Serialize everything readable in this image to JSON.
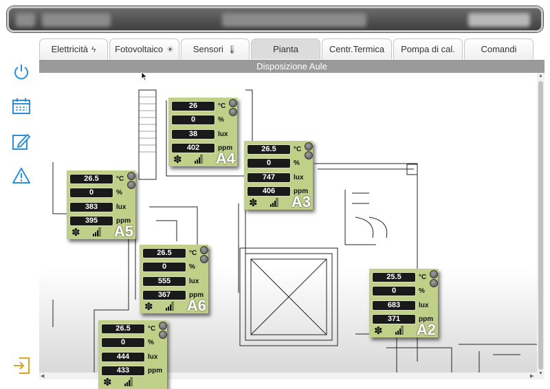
{
  "tabs": [
    {
      "label": "Elettricità",
      "glyph": "ϟ",
      "icon": "lightning-icon",
      "active": false
    },
    {
      "label": "Fotovoltaico",
      "glyph": "☀",
      "icon": "sun-icon",
      "active": false
    },
    {
      "label": "Sensori",
      "glyph": "🌡",
      "icon": "thermometer-icon",
      "active": false
    },
    {
      "label": "Pianta",
      "glyph": "",
      "icon": "",
      "active": true
    },
    {
      "label": "Centr.Termica",
      "glyph": "",
      "icon": "",
      "active": false
    },
    {
      "label": "Pompa di cal.",
      "glyph": "",
      "icon": "",
      "active": false
    },
    {
      "label": "Comandi",
      "glyph": "",
      "icon": "",
      "active": false
    }
  ],
  "section_title": "Disposizione Aule",
  "sidebar": [
    {
      "icon": "power-icon"
    },
    {
      "icon": "calendar-icon"
    },
    {
      "icon": "edit-icon"
    },
    {
      "icon": "warning-icon"
    },
    {
      "icon": "logout-icon"
    }
  ],
  "units": {
    "temp": "°C",
    "hum": "%",
    "lux": "lux",
    "co2": "ppm"
  },
  "rooms": [
    {
      "name": "A4",
      "temp": "26",
      "hum": "0",
      "lux": "38",
      "co2": "402"
    },
    {
      "name": "A3",
      "temp": "26.5",
      "hum": "0",
      "lux": "747",
      "co2": "406"
    },
    {
      "name": "A5",
      "temp": "26.5",
      "hum": "0",
      "lux": "383",
      "co2": "395"
    },
    {
      "name": "A6",
      "temp": "26.5",
      "hum": "0",
      "lux": "555",
      "co2": "367"
    },
    {
      "name": "A2",
      "temp": "25.5",
      "hum": "0",
      "lux": "683",
      "co2": "371"
    },
    {
      "name": "",
      "temp": "26.5",
      "hum": "0",
      "lux": "444",
      "co2": "433"
    }
  ],
  "colors": {
    "room_bg": "#c0d089",
    "value_bg": "#1a1a1a",
    "header_bg": "#9a9a9a",
    "icon_blue": "#2a8fd8",
    "topbar": "#555555"
  }
}
